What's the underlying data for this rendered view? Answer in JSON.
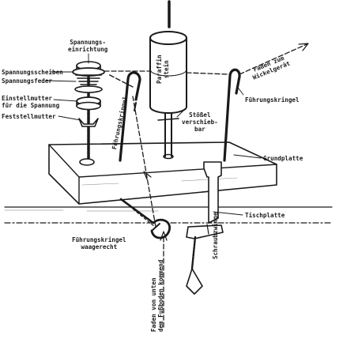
{
  "labels": {
    "spannungseinrichtung": [
      "Spannungs-",
      "einrichtung"
    ],
    "spannungsscheiben": "Spannungsscheiben",
    "spannungsfeder": "Spannungsfeder",
    "einstellmutter": [
      "Einstellmutter",
      "für die Spannung"
    ],
    "feststellmutter": "Feststellmutter",
    "paraffin": [
      "Paraffin",
      "stein"
    ],
    "stoessel": [
      "Stößel",
      "verschieb-",
      "bar"
    ],
    "faden_zum_wickelgeraet": [
      "Faden zum",
      "Wickelgerät"
    ],
    "fuehrungskringel_right": "Führungskringel",
    "fuehrungskringel_left": "Führungskringel",
    "grundplatte": "Grundplatte",
    "tischplatte": "Tischplatte",
    "fuehrungskringel_waagerecht": [
      "Führungskringel",
      "waagerecht"
    ],
    "schraubzwinge": "Schraubzwinge",
    "faden_von_unten": [
      "Faden von unten",
      "dem Fußboden kommend"
    ]
  }
}
